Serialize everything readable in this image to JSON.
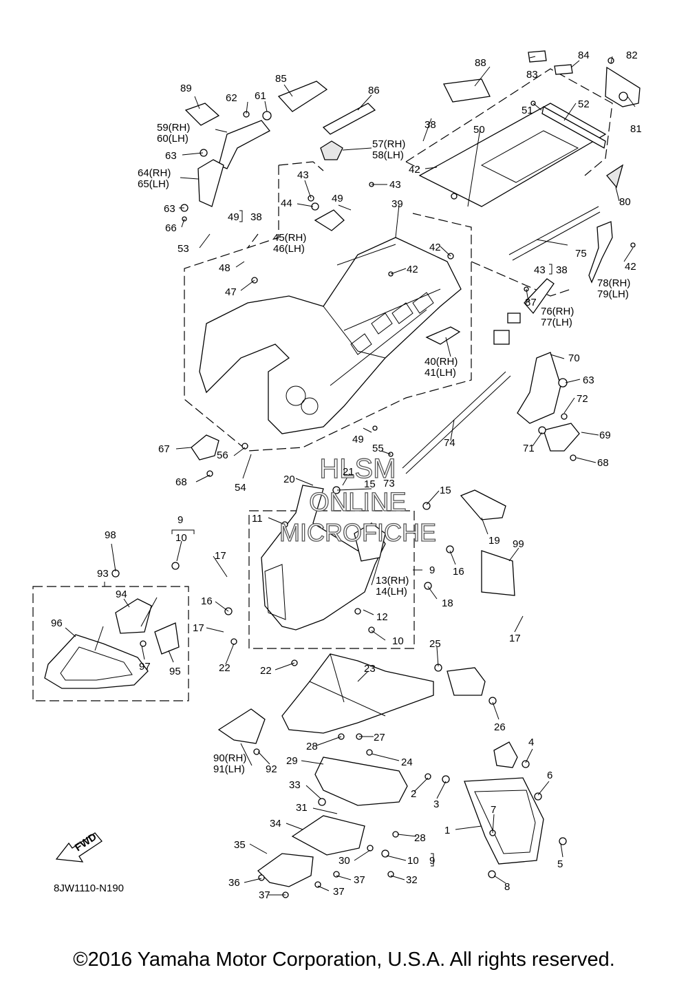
{
  "diagram_code": "8JW1110-N190",
  "copyright": "©2016 Yamaha Motor Corporation, U.S.A. All rights reserved.",
  "watermark": [
    "HLSM",
    "ONLINE",
    "MICROFICHE"
  ],
  "fwd_label": "FWD",
  "callouts": {
    "c1": "1",
    "c2": "2",
    "c3": "3",
    "c4": "4",
    "c5": "5",
    "c6": "6",
    "c7": "7",
    "c8": "8",
    "c9a": "9",
    "c9b": "9",
    "c9c": "9",
    "c10a": "10",
    "c10b": "10",
    "c10c": "10",
    "c11": "11",
    "c12": "12",
    "c13": "13(RH)",
    "c14": "14(LH)",
    "c15a": "15",
    "c15b": "15",
    "c16a": "16",
    "c16b": "16",
    "c17a": "17",
    "c17b": "17",
    "c17c": "17",
    "c18": "18",
    "c19": "19",
    "c20": "20",
    "c21": "21",
    "c22a": "22",
    "c22b": "22",
    "c23": "23",
    "c24": "24",
    "c25": "25",
    "c26": "26",
    "c27": "27",
    "c28a": "28",
    "c28b": "28",
    "c29": "29",
    "c30": "30",
    "c31": "31",
    "c32": "32",
    "c33": "33",
    "c34": "34",
    "c35": "35",
    "c36": "36",
    "c37a": "37",
    "c37b": "37",
    "c37c": "37",
    "c38a": "38",
    "c38b": "38",
    "c38c": "38",
    "c39": "39",
    "c40": "40(RH)",
    "c41": "41(LH)",
    "c42a": "42",
    "c42b": "42",
    "c42c": "42",
    "c42d": "42",
    "c43a": "43",
    "c43b": "43",
    "c43c": "43",
    "c44": "44",
    "c45": "45(RH)",
    "c46": "46(LH)",
    "c47": "47",
    "c48": "48",
    "c49a": "49",
    "c49b": "49",
    "c49c": "49",
    "c50": "50",
    "c51": "51",
    "c52": "52",
    "c53": "53",
    "c54": "54",
    "c55": "55",
    "c56": "56",
    "c57": "57(RH)",
    "c58": "58(LH)",
    "c59": "59(RH)",
    "c60": "60(LH)",
    "c61": "61",
    "c62": "62",
    "c63a": "63",
    "c63b": "63",
    "c63c": "63",
    "c64": "64(RH)",
    "c65": "65(LH)",
    "c66": "66",
    "c67": "67",
    "c68a": "68",
    "c68b": "68",
    "c69": "69",
    "c70": "70",
    "c71": "71",
    "c72": "72",
    "c73": "73",
    "c74": "74",
    "c75": "75",
    "c76": "76(RH)",
    "c77": "77(LH)",
    "c78": "78(RH)",
    "c79": "79(LH)",
    "c80": "80",
    "c81": "81",
    "c82": "82",
    "c83": "83",
    "c84": "84",
    "c85": "85",
    "c86": "86",
    "c87": "87",
    "c88": "88",
    "c89": "89",
    "c90": "90(RH)",
    "c91": "91(LH)",
    "c92": "92",
    "c93": "93",
    "c94": "94",
    "c95": "95",
    "c96": "96",
    "c97": "97",
    "c98": "98",
    "c99": "99"
  }
}
